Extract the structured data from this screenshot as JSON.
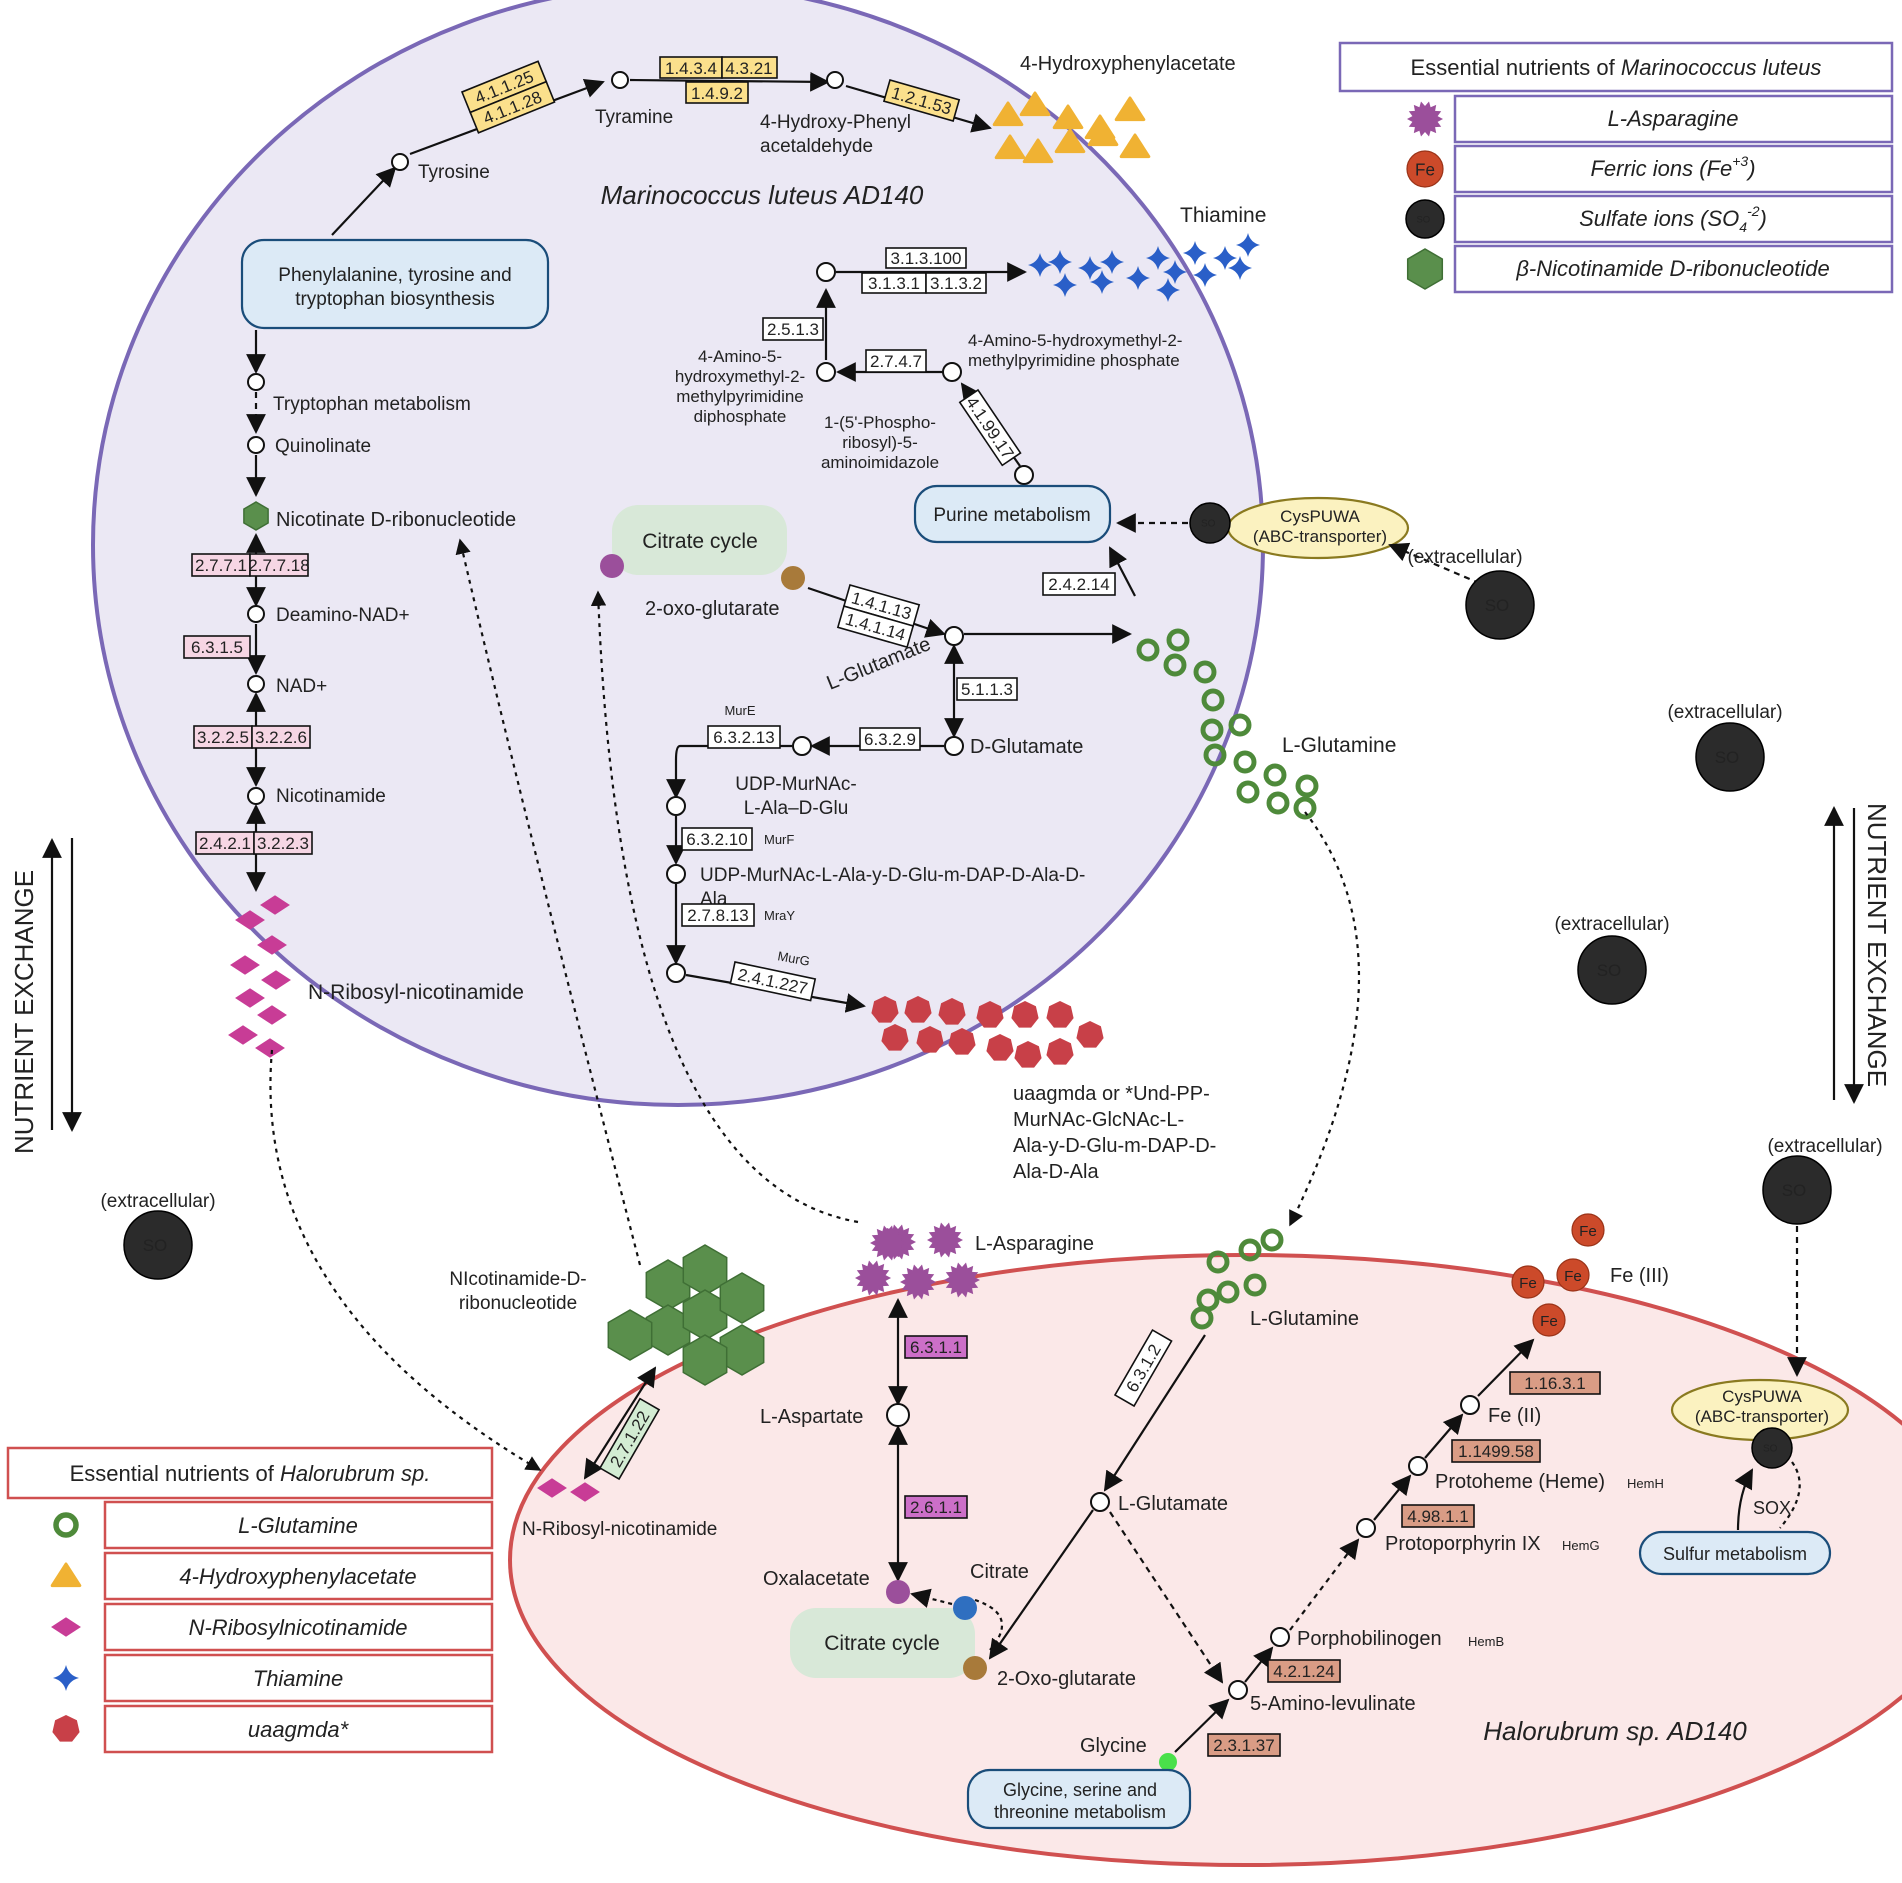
{
  "top_cell": {
    "title": "Marinococcus luteus AD140",
    "pathway_boxes": {
      "phe_tyr_trp": [
        "Phenylalanine, tyrosine and",
        "tryptophan biosynthesis"
      ],
      "citrate": "Citrate cycle",
      "purine": "Purine metabolism"
    },
    "metabolites": {
      "tyrosine": "Tyrosine",
      "tyramine": "Tyramine",
      "hpa_ald": [
        "4-Hydroxy-Phenyl",
        "acetaldehyde"
      ],
      "hpa": "4-Hydroxyphenylacetate",
      "thiamine": "Thiamine",
      "trp_met": "Tryptophan metabolism",
      "quinolinate": "Quinolinate",
      "nicotinate_rn": "Nicotinate D-ribonucleotide",
      "deamino_nad": "Deamino-NAD+",
      "nad": "NAD+",
      "nicotinamide": "Nicotinamide",
      "n_ribosyl": "N-Ribosyl-nicotinamide",
      "oxoglutarate": "2-oxo-glutarate",
      "l_glutamate": "L-Glutamate",
      "d_glutamate": "D-Glutamate",
      "l_glutamine": "L-Glutamine",
      "udp1": [
        "UDP-MurNAc-",
        "L-Ala–D-Glu"
      ],
      "udp2": [
        "UDP-MurNAc-L-Ala-y-D-Glu-m-DAP-D-Ala-D-",
        "Ala"
      ],
      "uaagmda": [
        "uaagmda or *Und-PP-",
        "MurNAc-GlcNAc-L-",
        "Ala-y-D-Glu-m-DAP-D-",
        "Ala-D-Ala"
      ],
      "hmp_pp": [
        "4-Amino-5-",
        "hydroxymethyl-2-",
        "methylpyrimidine",
        "diphosphate"
      ],
      "hmp_p": [
        "4-Amino-5-hydroxymethyl-2-",
        "methylpyrimidine phosphate"
      ],
      "air": [
        "1-(5'-Phospho-",
        "ribosyl)-5-",
        "aminoimidazole"
      ]
    },
    "enzymes": {
      "tyr": [
        "4.1.1.25",
        "4.1.1.28"
      ],
      "tyramine": [
        "1.4.3.4",
        "4.3.21",
        "1.4.9.2"
      ],
      "hpa": "1.2.1.53",
      "thiamine": [
        "3.1.3.100",
        "3.1.3.1",
        "3.1.3.2"
      ],
      "e2513": "2.5.1.3",
      "e2747": "2.7.4.7",
      "e419917": "4.1.99.17",
      "e24214": "2.4.2.14",
      "glu": [
        "1.4.1.13",
        "1.4.1.14"
      ],
      "e5113": "5.1.1.3",
      "e6329": "6.3.2.9",
      "e63213": "6.3.2.13",
      "e63210": "6.3.2.10",
      "e27813": "2.7.8.13",
      "e241227": "2.4.1.227",
      "nad1": [
        "2.7.7.1",
        "2.7.7.18"
      ],
      "e6315": "6.3.1.5",
      "nad2": [
        "3.2.2.5",
        "3.2.2.6"
      ],
      "nad3": [
        "2.4.2.1",
        "3.2.2.3"
      ]
    },
    "genes": {
      "murE": "MurE",
      "murF": "MurF",
      "mraY": "MraY",
      "murG": "MurG"
    },
    "transporter": [
      "CysPUWA",
      "(ABC-transporter)"
    ]
  },
  "bottom_cell": {
    "title": "Halorubrum sp. AD140",
    "pathway_boxes": {
      "citrate": "Citrate cycle",
      "gly": [
        "Glycine, serine and",
        "threonine metabolism"
      ],
      "sulfur": "Sulfur metabolism"
    },
    "metabolites": {
      "l_asparagine": "L-Asparagine",
      "l_aspartate": "L-Aspartate",
      "oxalacetate": "Oxalacetate",
      "citrate": "Citrate",
      "oxoglutarate": "2-Oxo-glutarate",
      "l_glutamine": "L-Glutamine",
      "l_glutamate": "L-Glutamate",
      "glycine": "Glycine",
      "ala": "5-Amino-levulinate",
      "pbg": "Porphobilinogen",
      "proto": "Protoporphyrin IX",
      "heme": "Protoheme (Heme)",
      "fe2": "Fe (II)",
      "fe3": "Fe (III)",
      "nmn": [
        "NIcotinamide-D-",
        "ribonucleotide"
      ],
      "n_ribosyl": "N-Ribosyl-nicotinamide",
      "sox": "SOX"
    },
    "enzymes": {
      "e6311": "6.3.1.1",
      "e2611": "2.6.1.1",
      "e6312": "6.3.1.2",
      "e27122": "2.7.1.22",
      "e23137": "2.3.1.37",
      "e42124": "4.2.1.24",
      "e49811": "4.98.1.1",
      "e149958": "1.1499.58",
      "e11631": "1.16.3.1"
    },
    "genes": {
      "hemB": "HemB",
      "hemG": "HemG",
      "hemH": "HemH"
    },
    "transporter": [
      "CysPUWA",
      "(ABC-transporter)"
    ]
  },
  "extracellular": "(extracellular)",
  "sulfate_symbol": "SO",
  "fe_symbol": "Fe",
  "nutrient_exchange": "NUTRIENT EXCHANGE",
  "legend_marino": {
    "title_prefix": "Essential nutrients of ",
    "title_species": "Marinococcus luteus",
    "items": [
      {
        "text": "L-Asparagine",
        "icon": "asparagine-icon",
        "color": "#9b4f9b"
      },
      {
        "text": "Ferric ions (Fe",
        "sup": "+3",
        "tail": ")",
        "icon": "fe-icon",
        "color": "#c8482a"
      },
      {
        "text": "Sulfate ions (SO",
        "sub": "4",
        "sup": "-2",
        "tail": ")",
        "icon": "sulfate-icon",
        "color": "#2b2b2b"
      },
      {
        "text": "β-Nicotinamide D-ribonucleotide",
        "icon": "hexagon-icon",
        "color": "#5a8f4c"
      }
    ]
  },
  "legend_halo": {
    "title_prefix": "Essential nutrients of ",
    "title_species": "Halorubrum sp.",
    "items": [
      {
        "text": "L-Glutamine",
        "icon": "glutamine-icon",
        "color": "#4e8a3a"
      },
      {
        "text": "4-Hydroxyphenylacetate",
        "icon": "triangle-icon",
        "color": "#f0b233"
      },
      {
        "text": "N-Ribosylnicotinamide",
        "icon": "diamond-icon",
        "color": "#c83c96"
      },
      {
        "text": "Thiamine",
        "icon": "star-icon",
        "color": "#2a5fc8"
      },
      {
        "text": "uaagmda*",
        "icon": "heptagon-icon",
        "color": "#c84048"
      }
    ]
  },
  "colors": {
    "top_cell_fill": "#ebe8f4",
    "top_cell_stroke": "#7a68b6",
    "bottom_cell_fill": "#fbe8e8",
    "bottom_cell_stroke": "#d05050",
    "pathway_box": "#dceaf6",
    "citrate_box": "#d8e8d8",
    "ec_yellow": "#fbe08c",
    "ec_pink": "#f6d6e4",
    "ec_purple": "#cc6fc8",
    "ec_brown": "#d99c85",
    "ec_green": "#d3ecd3"
  }
}
